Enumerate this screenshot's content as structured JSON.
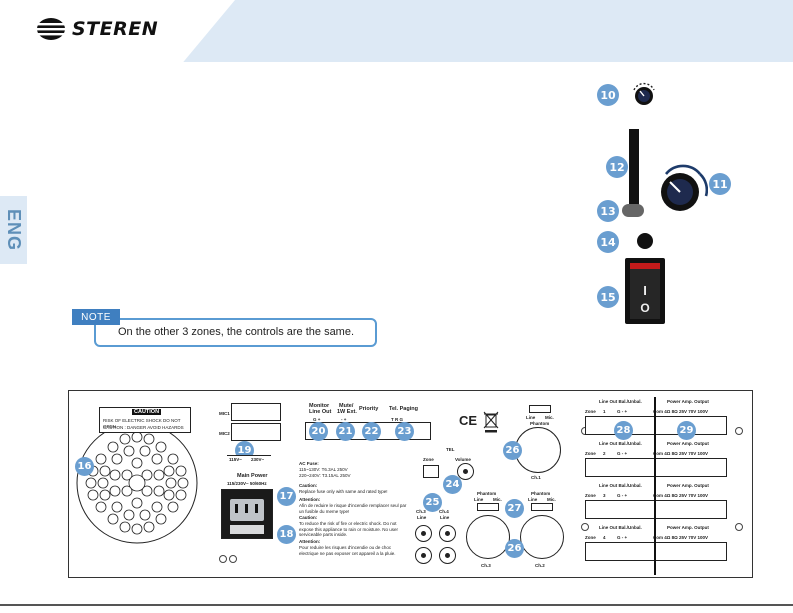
{
  "brand": {
    "name": "STEREN"
  },
  "language_tab": "ENG",
  "note": {
    "label": "NOTE",
    "text": "On the other 3 zones, the controls are the same."
  },
  "front_badges": [
    "10",
    "11",
    "12",
    "13",
    "14",
    "15"
  ],
  "power_switch": {
    "on": "I",
    "off": "O"
  },
  "rear_panel": {
    "badges": [
      "16",
      "17",
      "18",
      "19",
      "20",
      "21",
      "22",
      "23",
      "24",
      "25",
      "26",
      "26",
      "27",
      "28",
      "29"
    ],
    "caution": {
      "title": "CAUTION",
      "line1": "RISK OF ELECTRIC SHOCK DO NOT OPEN",
      "line2": "CAUTION : DANGER AVOID HAZARDS"
    },
    "slots": [
      "MIC1",
      "MIC2"
    ],
    "voltage_selector": {
      "a": "115V~",
      "b": "230V~"
    },
    "mains": {
      "title": "Main Power",
      "rating": "115/230V~ 50/60Hz"
    },
    "spec": {
      "title": "AC Fuse:",
      "line1": "115~130V: T6.3AL 250V",
      "line2": "220~240V: T3.15AL 250V"
    },
    "caution_text": {
      "title": "Caution:",
      "body": "Replace fuse only with same and rated type!"
    },
    "attention_1": {
      "title": "Attention:",
      "body": "Afin de reduire le risque d'incendie remplacer seul par un fusible du meme type!"
    },
    "caution_2": {
      "title": "Caution:",
      "body": "To reduce the risk of fire or electric shock. Do not expose this appliance to rain or moisture. No user serviceable parts inside."
    },
    "attention_2": {
      "title": "Attention:",
      "body": "Pour reduire les risques d'incendie ou de choc electrique ne pas exposer cet appareil a la pluie."
    },
    "terminal_labels": {
      "monitor": {
        "title": "Monitor",
        "sub": "Line Out",
        "pins": "G  +"
      },
      "mute": {
        "title": "Mute/",
        "sub": "1W Ext.",
        "pins": "-  +"
      },
      "priority": {
        "title": "Priority",
        "pins": ""
      },
      "tel": {
        "title": "Tel. Paging",
        "pins": "T  R  G"
      }
    },
    "tel_block": {
      "title": "TEL",
      "zone": "Zone",
      "volume": "Volume"
    },
    "rca_labels": {
      "a": "Ch.3",
      "a_sub": "Line",
      "b": "Ch.4",
      "b_sub": "Line"
    },
    "phantom": {
      "title": "Phantom",
      "switch_a": "Line",
      "switch_b": "Mic."
    },
    "channels": {
      "ch1": "Ch.1",
      "ch2": "Ch.2",
      "ch3": "Ch.3"
    },
    "zones": [
      {
        "label": "Zone",
        "num": "1",
        "line": "Line Out Bal./Unbal.",
        "pins": "G   -   +",
        "power": "Power Amp. Output",
        "taps": "Com  4Ω  8Ω  25V  70V  100V"
      },
      {
        "label": "Zone",
        "num": "2",
        "line": "Line Out Bal./Unbal.",
        "pins": "G   -   +",
        "power": "Power Amp. Output",
        "taps": "Com  4Ω  8Ω  25V  70V  100V"
      },
      {
        "label": "Zone",
        "num": "3",
        "line": "Line Out Bal./Unbal.",
        "pins": "G   -   +",
        "power": "Power Amp. Output",
        "taps": "Com  4Ω  8Ω  25V  70V  100V"
      },
      {
        "label": "Zone",
        "num": "4",
        "line": "Line Out Bal./Unbal.",
        "pins": "G   -   +",
        "power": "Power Amp. Output",
        "taps": "Com  4Ω  8Ω  25V  70V  100V"
      }
    ],
    "marks": {
      "ce": "CE"
    }
  },
  "colors": {
    "badge": "#6a9ed0",
    "header": "#dde9f5",
    "note_border": "#5a9bd3",
    "switch_red": "#c21b1b"
  }
}
